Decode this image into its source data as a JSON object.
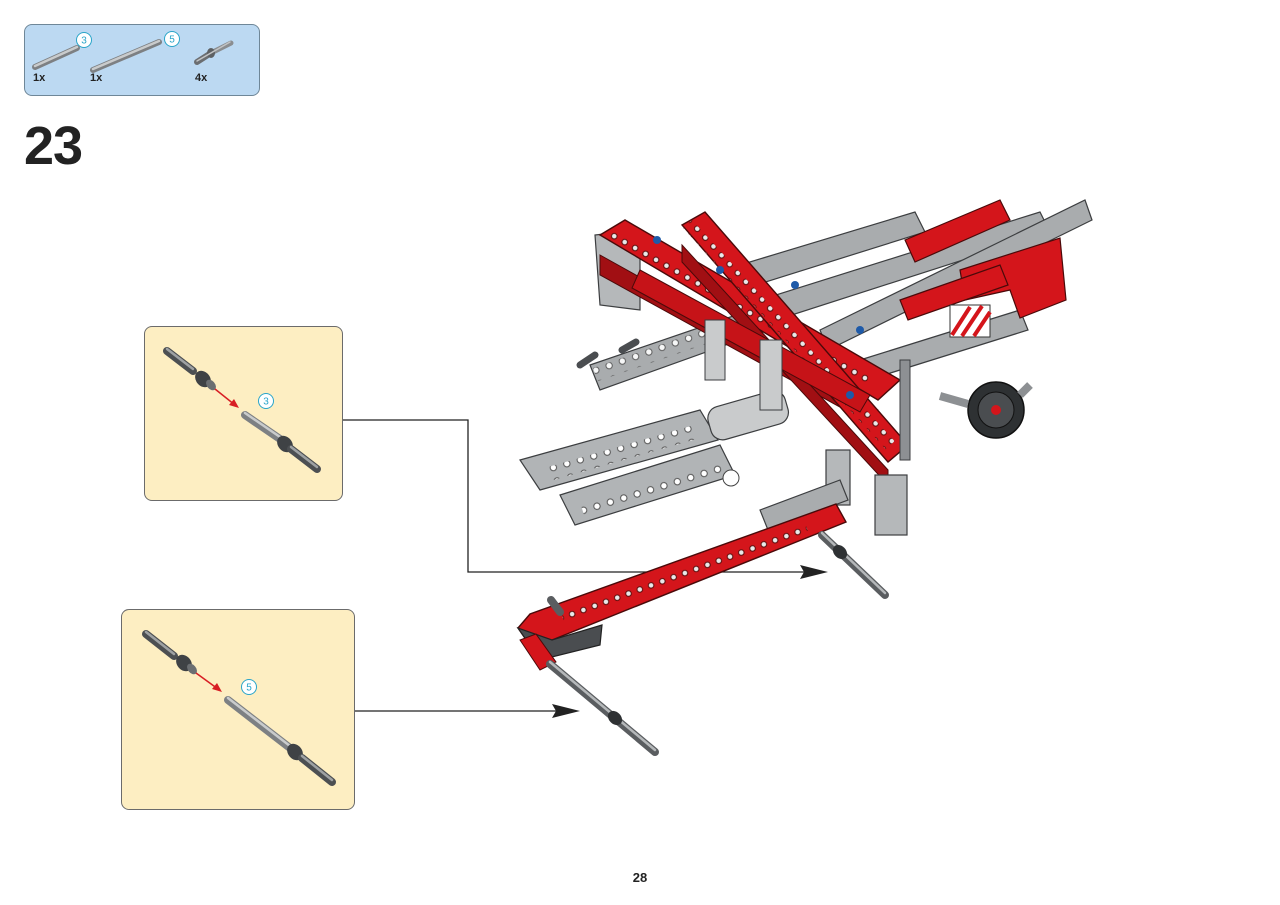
{
  "parts_list": {
    "items": [
      {
        "name": "axle-3",
        "size_label": "3",
        "qty": "1x"
      },
      {
        "name": "axle-5",
        "size_label": "5",
        "qty": "1x"
      },
      {
        "name": "axle-pin-with-friction",
        "qty": "4x"
      }
    ]
  },
  "step": {
    "number": "23"
  },
  "callouts": [
    {
      "name": "axle-3-subassembly",
      "size_label": "3"
    },
    {
      "name": "axle-5-subassembly",
      "size_label": "5"
    }
  ],
  "colors": {
    "parts_box_bg": "#bcd9f2",
    "callout_bg": "#fdeec2",
    "beam_red": "#d4151b",
    "beam_gray": "#a9acae",
    "dark_gray": "#4a4d50",
    "badge_blue": "#2aa5c9",
    "arrow_red": "#d81e24"
  },
  "page": {
    "number": "28"
  }
}
